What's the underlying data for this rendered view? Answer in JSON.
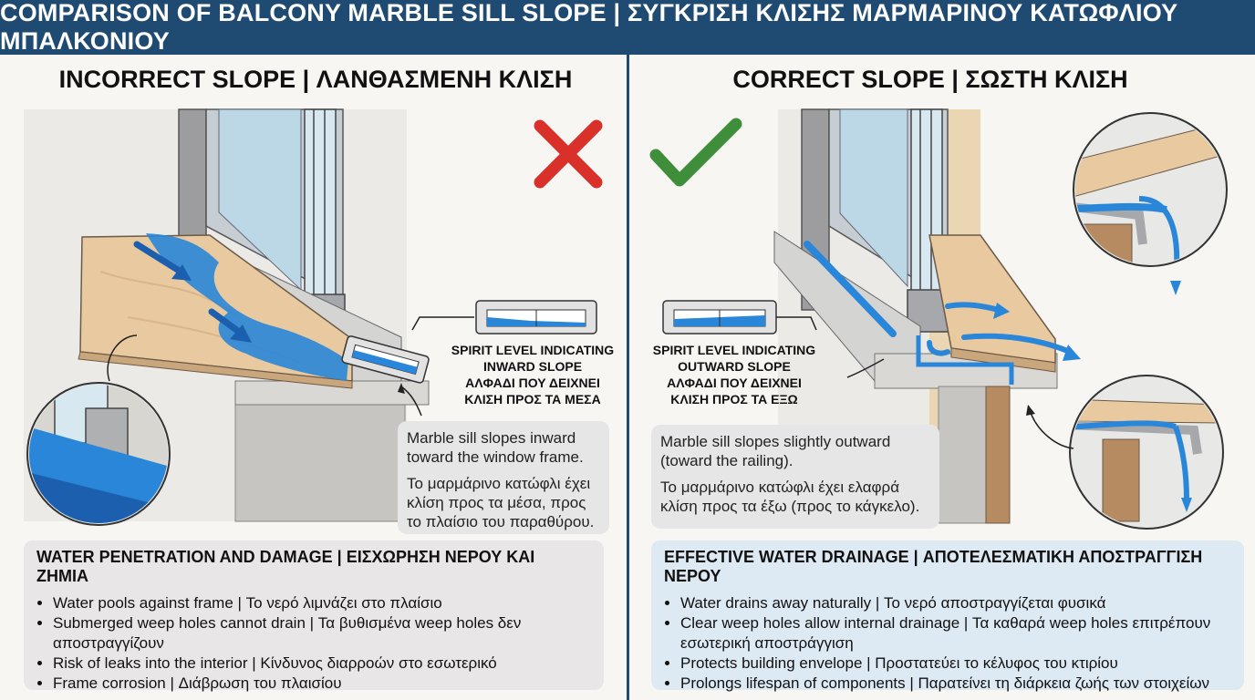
{
  "banner": {
    "title": "COMPARISON OF BALCONY MARBLE SILL SLOPE | ΣΥΓΚΡΙΣΗ ΚΛΙΣΗΣ ΜΑΡΜΑΡΙΝΟΥ ΚΑΤΩΦΛΙΟΥ ΜΠΑΛΚΟΝΙΟΥ"
  },
  "left": {
    "title": "INCORRECT SLOPE | ΛΑΝΘΑΣΜΕΝΗ ΚΛΙΣΗ",
    "level_label": [
      "SPIRIT LEVEL INDICATING",
      "INWARD SLOPE",
      "ΑΛΦΑΔΙ ΠΟΥ ΔΕΙΧΝΕΙ",
      "ΚΛΙΣΗ ΠΡΟΣ ΤΑ ΜΕΣΑ"
    ],
    "callout_en": "Marble sill slopes inward toward the window frame.",
    "callout_gr": "Το μαρμάρινο κατώφλι έχει κλίση προς τα μέσα, προς το πλαίσιο του παραθύρου.",
    "box_title": "WATER PENETRATION AND DAMAGE | ΕΙΣΧΩΡΗΣΗ ΝΕΡΟΥ ΚΑΙ ΖΗΜΙΑ",
    "bullets": [
      "Water pools against frame | Το νερό λιμνάζει στο πλαίσιο",
      "Submerged weep holes cannot drain | Τα βυθισμένα weep holes δεν αποστραγγίζουν",
      "Risk of leaks into the interior | Κίνδυνος διαρροών στο εσωτερικό",
      "Frame corrosion | Διάβρωση του πλαισίου"
    ]
  },
  "right": {
    "title": "CORRECT SLOPE | ΣΩΣΤΗ ΚΛΙΣΗ",
    "level_label": [
      "SPIRIT LEVEL INDICATING",
      "OUTWARD SLOPE",
      "ΑΛΦΑΔΙ ΠΟΥ ΔΕΙΧΝΕΙ",
      "ΚΛΙΣΗ ΠΡΟΣ ΤΑ ΕΞΩ"
    ],
    "callout_en": "Marble sill slopes slightly outward (toward the railing).",
    "callout_gr": "Το μαρμάρινο κατώφλι έχει ελαφρά κλίση προς τα έξω (προς το κάγκελο).",
    "box_title": "EFFECTIVE WATER DRAINAGE | ΑΠΟΤΕΛΕΣΜΑΤΙΚΗ ΑΠΟΣΤΡΑΓΓΙΣΗ ΝΕΡΟΥ",
    "bullets": [
      "Water drains away naturally | Το νερό αποστραγγίζεται φυσικά",
      "Clear weep holes allow internal drainage | Τα καθαρά weep holes επιτρέπουν εσωτερική αποστράγγιση",
      "Protects building envelope | Προστατεύει το κέλυφος του κτιρίου",
      "Prolongs lifespan of components | Παρατείνει τη διάρκεια ζωής των στοιχείων"
    ]
  },
  "icons": {
    "incorrect": "cross-mark-icon",
    "correct": "check-mark-icon"
  },
  "colors": {
    "banner": "#1f4a72",
    "water": "#2a86d8",
    "cross": "#d9302a",
    "check": "#3f8f3a",
    "marble": "#e9c9a0"
  }
}
